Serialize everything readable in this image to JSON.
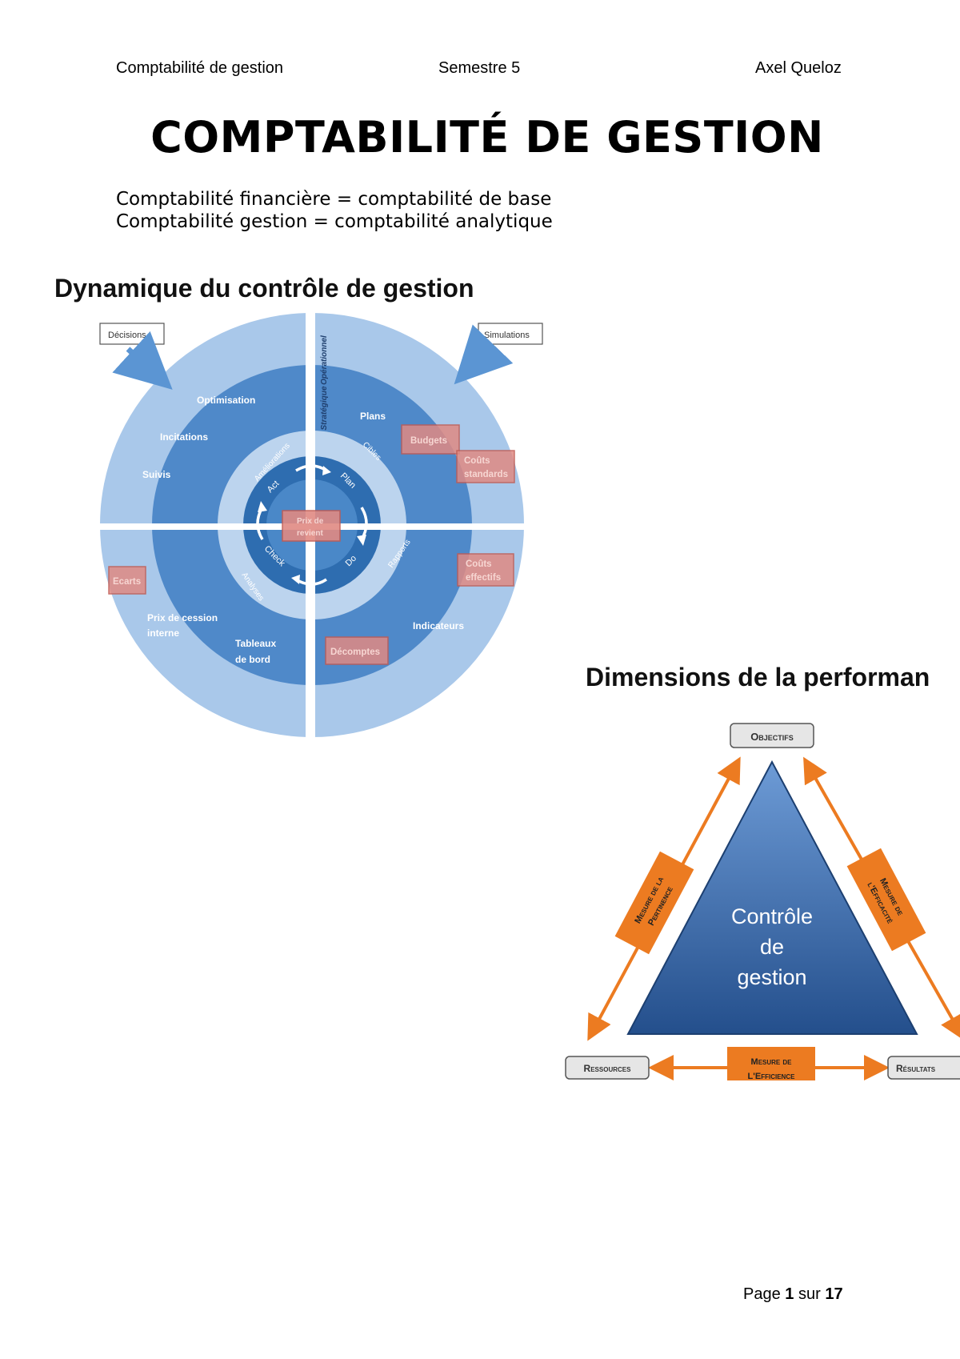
{
  "header": {
    "left": "Comptabilité de gestion",
    "center": "Semestre 5",
    "right": "Axel Queloz"
  },
  "title": "COMPTABILITÉ DE GESTION",
  "definitions": [
    "Comptabilité financière = comptabilité de base",
    "Comptabilité gestion = comptabilité analytique"
  ],
  "figure1": {
    "title": "Dynamique du contrôle de gestion",
    "callouts": {
      "left": "Décisions",
      "right": "Simulations"
    },
    "axis_labels": {
      "top": "Opérationnel",
      "bottom": "Stratégique"
    },
    "outer_labels": {
      "optimisation": "Optimisation",
      "incitations": "Incitations",
      "suivis": "Suivis",
      "plans": "Plans",
      "prix_cession_1": "Prix de cession",
      "prix_cession_2": "interne",
      "tableaux_1": "Tableaux",
      "tableaux_2": "de bord",
      "indicateurs": "Indicateurs"
    },
    "highlight_boxes": {
      "budgets": "Budgets",
      "couts_standards_1": "Coûts",
      "couts_standards_2": "standards",
      "ecarts": "Ecarts",
      "couts_effectifs_1": "Coûts",
      "couts_effectifs_2": "effectifs",
      "decomptes": "Décomptes",
      "prix_revient_1": "Prix de",
      "prix_revient_2": "revient"
    },
    "ring_labels": {
      "ameliorations": "Améliorations",
      "cibles": "Cibles",
      "rapports": "Rapports",
      "analyses": "Analyses"
    },
    "pdca": {
      "act": "Act",
      "plan": "Plan",
      "do": "Do",
      "check": "Check"
    }
  },
  "figure2": {
    "title": "Dimensions de la performan",
    "center_1": "Contrôle",
    "center_2": "de",
    "center_3": "gestion",
    "nodes": {
      "objectifs": "Objectifs",
      "ressources": "Ressources",
      "resultats": "Résultats"
    },
    "measures": {
      "pertinence_1": "Mesure de la",
      "pertinence_2": "Pertinence",
      "efficacite_1": "Mesure de",
      "efficacite_2": "l'Efficacité",
      "efficience_1": "Mesure de",
      "efficience_2": "L'Efficience"
    },
    "colors": {
      "orange": "#ec7b21",
      "blue": "#2f5f9b",
      "ring_light": "#9dc1e6",
      "ring_mid": "#5b95d3"
    }
  },
  "footer": {
    "prefix": "Page",
    "page": "1",
    "sep": "sur",
    "total": "17"
  }
}
